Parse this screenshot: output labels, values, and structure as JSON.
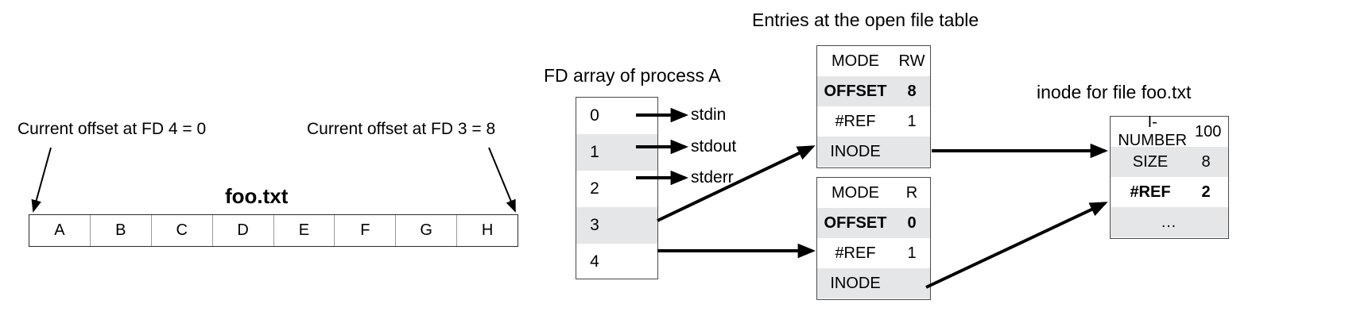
{
  "file_section": {
    "filename": "foo.txt",
    "annotation_left": "Current offset at FD 4 = 0",
    "annotation_right": "Current offset at FD 3 = 8",
    "bytes": [
      "A",
      "B",
      "C",
      "D",
      "E",
      "F",
      "G",
      "H"
    ]
  },
  "fd_array": {
    "title": "FD array of process A",
    "rows": [
      {
        "index": "0",
        "target": "stdin"
      },
      {
        "index": "1",
        "target": "stdout"
      },
      {
        "index": "2",
        "target": "stderr"
      },
      {
        "index": "3",
        "target": ""
      },
      {
        "index": "4",
        "target": ""
      }
    ]
  },
  "open_file_table": {
    "title": "Entries at the open file table",
    "entries": [
      {
        "rows": [
          {
            "key": "MODE",
            "value": "RW"
          },
          {
            "key": "OFFSET",
            "value": "8"
          },
          {
            "key": "#REF",
            "value": "1"
          },
          {
            "key": "INODE",
            "value": ""
          }
        ]
      },
      {
        "rows": [
          {
            "key": "MODE",
            "value": "R"
          },
          {
            "key": "OFFSET",
            "value": "0"
          },
          {
            "key": "#REF",
            "value": "1"
          },
          {
            "key": "INODE",
            "value": ""
          }
        ]
      }
    ]
  },
  "inode": {
    "title": "inode for file foo.txt",
    "rows": [
      {
        "key": "I-NUMBER",
        "value": "100"
      },
      {
        "key": "SIZE",
        "value": "8"
      },
      {
        "key": "#REF",
        "value": "2"
      },
      {
        "key": "…",
        "value": ""
      }
    ]
  },
  "colors": {
    "shaded_row": "#e4e6e8",
    "border": "#4a4a4a",
    "text": "#000000",
    "background": "#ffffff"
  }
}
